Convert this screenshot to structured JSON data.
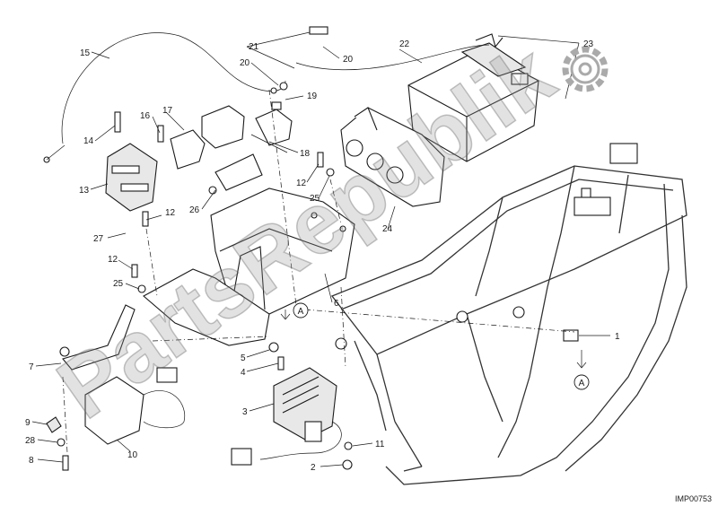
{
  "diagram": {
    "watermark": "PartsRepublik",
    "drawing_code": "IMP00753",
    "reference_marker": "A",
    "callouts": [
      "1",
      "2",
      "3",
      "4",
      "5",
      "6",
      "7",
      "8",
      "9",
      "10",
      "11",
      "12",
      "12",
      "12",
      "13",
      "14",
      "15",
      "16",
      "17",
      "18",
      "19",
      "20",
      "20",
      "21",
      "22",
      "23",
      "24",
      "25",
      "25",
      "26",
      "27",
      "28"
    ]
  }
}
